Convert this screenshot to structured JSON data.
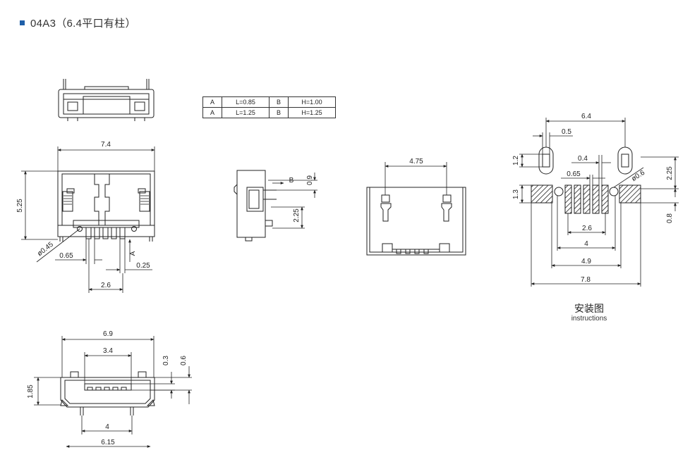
{
  "header": {
    "bullet_color": "#1f5fa8",
    "title": "04A3（6.4平口有柱）"
  },
  "spec_table": {
    "rows": [
      {
        "c1": "A",
        "c2": "L=0.85",
        "c3": "B",
        "c4": "H=1.00"
      },
      {
        "c1": "A",
        "c2": "L=1.25",
        "c3": "B",
        "c4": "H=1.25"
      }
    ]
  },
  "dimensions": {
    "top_view": {
      "width": "7.4",
      "height": "5.25",
      "hole": "ø0.45",
      "pitch": "0.65",
      "pin_width": "0.25",
      "span": "2.6",
      "label_a": "A"
    },
    "side_view": {
      "b": "B",
      "d1": "0.9",
      "d2": "2.25"
    },
    "front_view": {
      "width": "4.75"
    },
    "bottom_view": {
      "width": "6.9",
      "inner": "3.4",
      "d1": "0.3",
      "d2": "0.6",
      "height": "1.85",
      "post_span": "4",
      "total": "6.15"
    },
    "footprint": {
      "width": "6.4",
      "slot_w": "0.5",
      "slot_h": "1.2",
      "pad_h": "1.3",
      "gap": "0.4",
      "pitch": "0.65",
      "hole": "ø0.6",
      "d1": "2.25",
      "d2": "0.8",
      "span1": "2.6",
      "span2": "4",
      "span3": "4.9",
      "span4": "7.8"
    }
  },
  "install": {
    "title": "安装图",
    "subtitle": "instructions"
  }
}
